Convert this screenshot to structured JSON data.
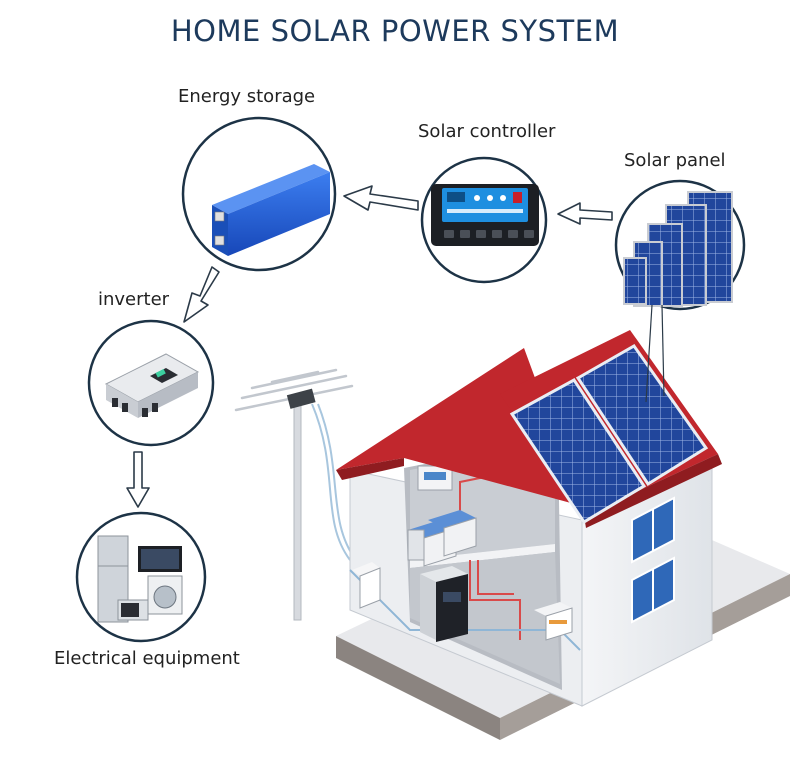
{
  "title": "HOME SOLAR POWER SYSTEM",
  "components": {
    "energy_storage": "Energy storage",
    "solar_controller": "Solar controller",
    "solar_panel": "Solar panel",
    "inverter": "inverter",
    "electrical_equipment": "Electrical equipment"
  },
  "colors": {
    "title": "#1d3a5c",
    "circle_border": "#1d3346",
    "roof": "#c1272d",
    "panel": "#1f3f8f",
    "battery": "#1f5fd6",
    "wire_red": "#d94a4a",
    "wire_blue": "#8fb6d6"
  }
}
